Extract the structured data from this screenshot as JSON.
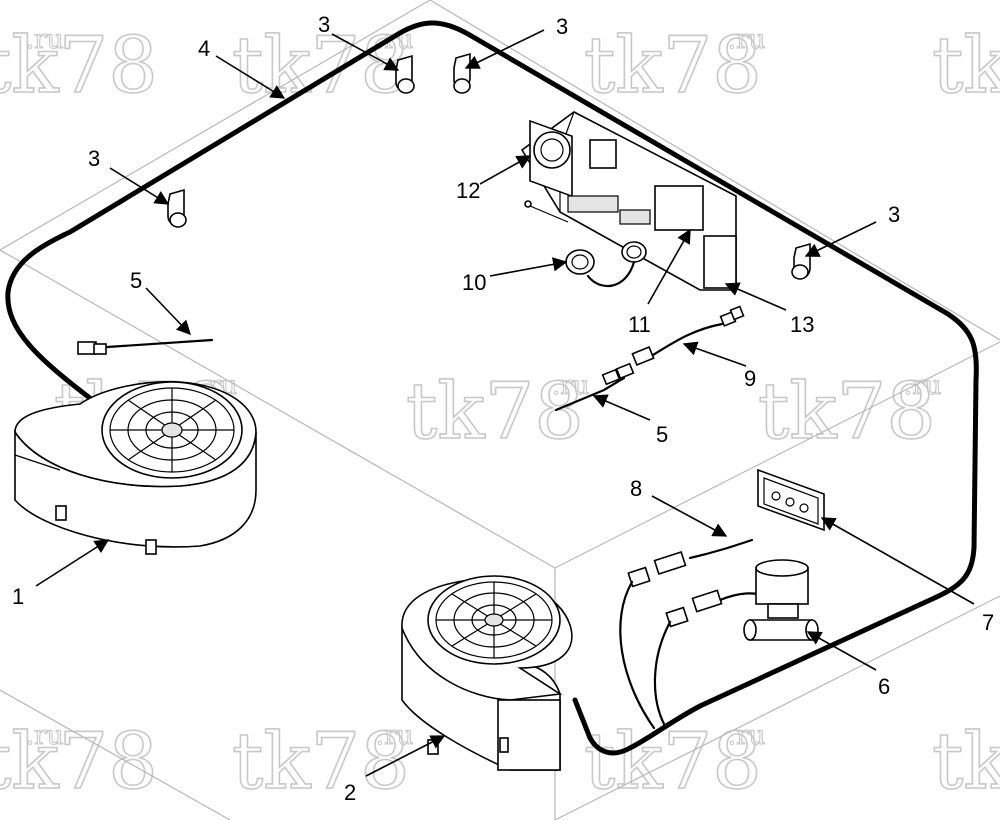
{
  "watermark": {
    "main": "tk78",
    "suffix": ".ru"
  },
  "callouts": [
    {
      "id": "c1",
      "label": "1"
    },
    {
      "id": "c2",
      "label": "2"
    },
    {
      "id": "c3a",
      "label": "3"
    },
    {
      "id": "c3b",
      "label": "3"
    },
    {
      "id": "c3c",
      "label": "3"
    },
    {
      "id": "c3d",
      "label": "3"
    },
    {
      "id": "c4",
      "label": "4"
    },
    {
      "id": "c5a",
      "label": "5"
    },
    {
      "id": "c5b",
      "label": "5"
    },
    {
      "id": "c6",
      "label": "6"
    },
    {
      "id": "c7",
      "label": "7"
    },
    {
      "id": "c8",
      "label": "8"
    },
    {
      "id": "c9",
      "label": "9"
    },
    {
      "id": "c10",
      "label": "10"
    },
    {
      "id": "c11",
      "label": "11"
    },
    {
      "id": "c12",
      "label": "12"
    },
    {
      "id": "c13",
      "label": "13"
    }
  ]
}
